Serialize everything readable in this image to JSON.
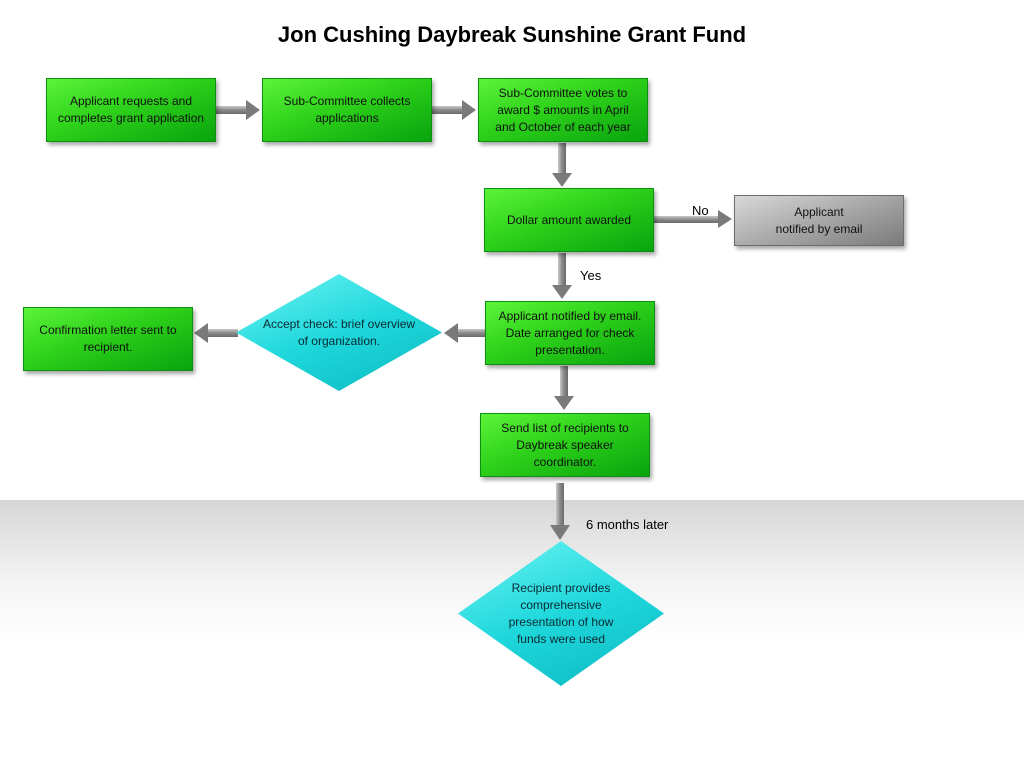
{
  "title": "Jon Cushing Daybreak Sunshine Grant Fund",
  "nodes": {
    "request": "Applicant requests and completes grant application",
    "collect": "Sub-Committee collects applications",
    "votes": "Sub-Committee votes to award $ amounts in April and October of each year",
    "awarded": "Dollar amount awarded",
    "notified_no": "Applicant notified by email",
    "notified_yes": "Applicant notified by email.  Date arranged for check presentation.",
    "accept_check": "Accept check: brief overview of organization.",
    "confirmation": "Confirmation letter sent to recipient.",
    "send_list": "Send list of recipients to Daybreak speaker coordinator.",
    "presentation": "Recipient provides comprehensive presentation of how funds were used"
  },
  "labels": {
    "no": "No",
    "yes": "Yes",
    "later": "6 months later"
  },
  "colors": {
    "process": "#2ed11a",
    "decision": "#1fd8dc",
    "rejected": "#a8a8a8",
    "arrow": "#8a8a8a"
  }
}
